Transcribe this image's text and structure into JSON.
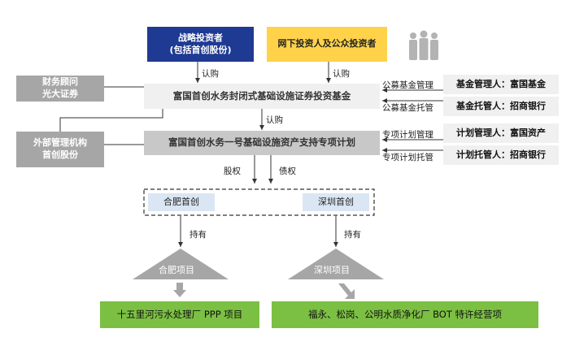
{
  "investors": {
    "strategic": "战略投资者\n(包括首创股份)",
    "public": "网下投资人及公众投资者"
  },
  "advisors": {
    "financial": "财务顾问\n光大证券",
    "external": "外部管理机构\n首创股份"
  },
  "fund": {
    "title": "富国首创水务封闭式基础设施证券投资基金"
  },
  "abs": {
    "title": "富国首创水务一号基础设施资产支持专项计划"
  },
  "managers": {
    "fund_manager": "基金管理人：富国基金",
    "fund_custodian": "基金托管人：招商银行",
    "plan_manager": "计划管理人：富国资产",
    "plan_custodian": "计划托管人：招商银行"
  },
  "roles": {
    "fund_mgmt": "公募基金管理",
    "fund_custody": "公募基金托管",
    "plan_mgmt": "专项计划管理",
    "plan_custody": "专项计划托管"
  },
  "relations": {
    "subscribe": "认购",
    "equity": "股权",
    "debt": "债权",
    "hold": "持有"
  },
  "subsidiaries": {
    "hefei": "合肥首创",
    "shenzhen": "深圳首创"
  },
  "projects": {
    "hefei_label": "合肥项目",
    "shenzhen_label": "深圳项目",
    "hefei_asset": "十五里河污水处理厂 PPP 项目",
    "shenzhen_asset": "福永、松岗、公明水质净化厂 BOT 特许经营项"
  },
  "colors": {
    "navy": "#1f3a93",
    "yellow": "#ffd24a",
    "gray_dark": "#a6a6a6",
    "gray_light": "#f0f0f0",
    "gray_mid": "#c8c8c8",
    "blue_light": "#dbe6f4",
    "green": "#7cc043"
  }
}
